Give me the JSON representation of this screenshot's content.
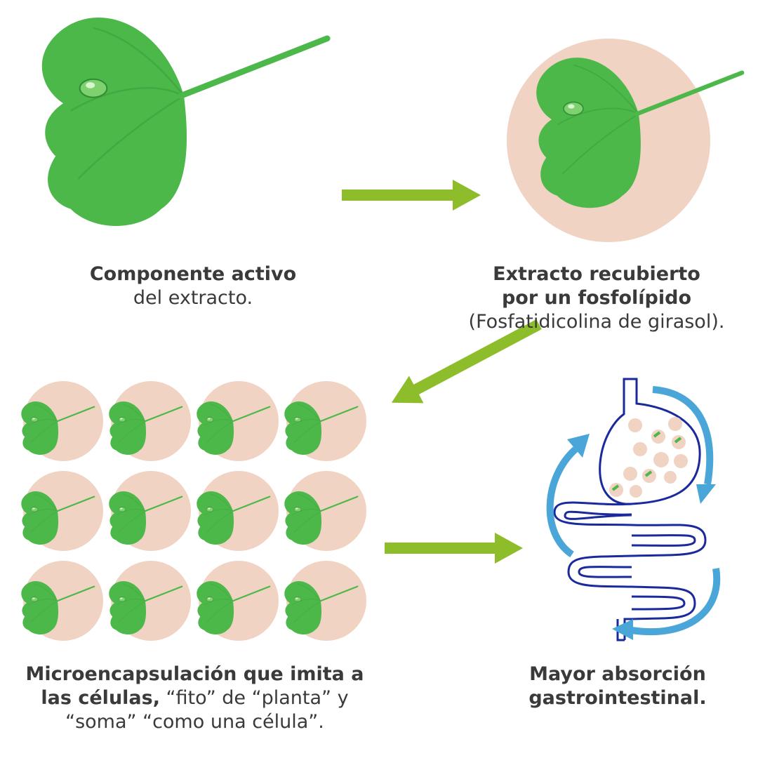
{
  "steps": [
    {
      "bold": "Componente activo",
      "text": "del extracto."
    },
    {
      "bold_line1": "Extracto recubierto",
      "bold_line2": "por un fosfolípido",
      "text": "(Fosfatidicolina de girasol)."
    },
    {
      "bold_line1": "Microencapsulación que imita a",
      "bold_line2": "las células,",
      "text_line2": " “fito” de “planta” y",
      "text_line3": "“soma” “como una célula”."
    },
    {
      "bold_line1": "Mayor absorción",
      "bold_line2": "gastrointestinal."
    }
  ],
  "colors": {
    "leaf": "#4cb84a",
    "leaf_dark": "#2f8f35",
    "capsule": "#f0d3c3",
    "arrow": "#8dbd2a",
    "gut_outline": "#1a2a9c",
    "gut_arrow": "#4aa6d8",
    "text": "#3a3a3a"
  },
  "icons": [
    "ginkgo-leaf-icon",
    "capsule-icon",
    "intestine-icon",
    "flow-arrow-icon"
  ],
  "capsule_grid": {
    "rows": 3,
    "cols": 4
  }
}
